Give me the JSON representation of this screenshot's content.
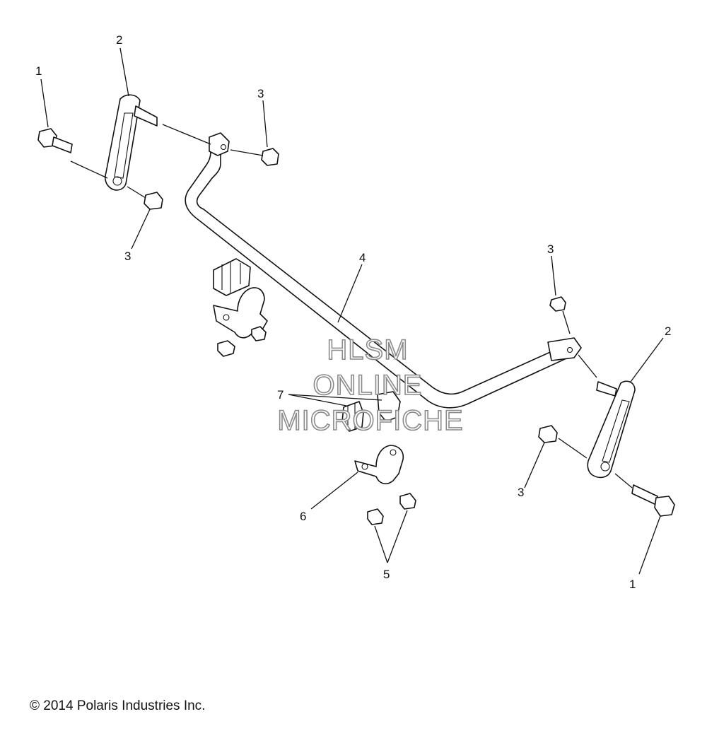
{
  "callouts": [
    {
      "id": "c1-left",
      "label": "1"
    },
    {
      "id": "c2-left",
      "label": "2"
    },
    {
      "id": "c3-top",
      "label": "3"
    },
    {
      "id": "c3-left",
      "label": "3"
    },
    {
      "id": "c4",
      "label": "4"
    },
    {
      "id": "c3-right-top",
      "label": "3"
    },
    {
      "id": "c2-right",
      "label": "2"
    },
    {
      "id": "c7",
      "label": "7"
    },
    {
      "id": "c3-right-bottom",
      "label": "3"
    },
    {
      "id": "c6",
      "label": "6"
    },
    {
      "id": "c5",
      "label": "5"
    },
    {
      "id": "c1-right",
      "label": "1"
    }
  ],
  "watermark": {
    "line1": "HLSM",
    "line2": "ONLINE",
    "line3": "MICROFICHE"
  },
  "footer": {
    "copyright": "© 2014 Polaris Industries Inc."
  }
}
